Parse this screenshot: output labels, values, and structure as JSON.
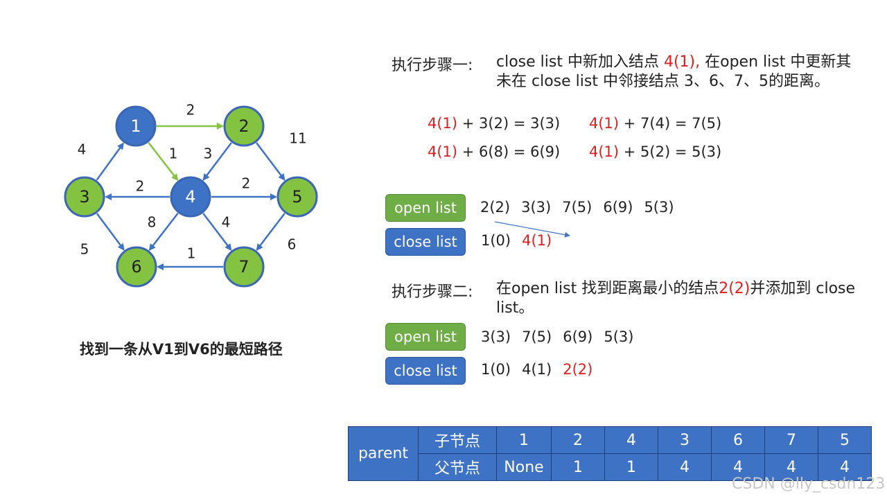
{
  "graph": {
    "caption": "找到一条从V1到V6的最短路径",
    "colors": {
      "blue_node": "#3e72c4",
      "green_node": "#84c341",
      "node_border": "#3a66b5",
      "edge": "#3e72c4",
      "path_edge": "#84c341"
    },
    "nodes": [
      {
        "id": "1",
        "label": "1",
        "color": "blue"
      },
      {
        "id": "2",
        "label": "2",
        "color": "green"
      },
      {
        "id": "3",
        "label": "3",
        "color": "green"
      },
      {
        "id": "4",
        "label": "4",
        "color": "blue"
      },
      {
        "id": "5",
        "label": "5",
        "color": "green"
      },
      {
        "id": "6",
        "label": "6",
        "color": "green"
      },
      {
        "id": "7",
        "label": "7",
        "color": "green"
      }
    ],
    "edges": [
      {
        "from": "1",
        "to": "2",
        "weight": "2",
        "highlight": true
      },
      {
        "from": "1",
        "to": "4",
        "weight": "1",
        "highlight": true
      },
      {
        "from": "3",
        "to": "1",
        "weight": "4",
        "highlight": false
      },
      {
        "from": "2",
        "to": "4",
        "weight": "3",
        "highlight": false
      },
      {
        "from": "2",
        "to": "5",
        "weight": "11",
        "highlight": false
      },
      {
        "from": "4",
        "to": "3",
        "weight": "2",
        "highlight": false
      },
      {
        "from": "4",
        "to": "5",
        "weight": "2",
        "highlight": false
      },
      {
        "from": "4",
        "to": "6",
        "weight": "8",
        "highlight": false
      },
      {
        "from": "4",
        "to": "7",
        "weight": "4",
        "highlight": false
      },
      {
        "from": "3",
        "to": "6",
        "weight": "5",
        "highlight": false
      },
      {
        "from": "7",
        "to": "6",
        "weight": "1",
        "highlight": false
      },
      {
        "from": "5",
        "to": "7",
        "weight": "6",
        "highlight": false
      }
    ]
  },
  "step1": {
    "heading": "执行步骤一:",
    "text_before": "close list 中新加入结点 ",
    "highlight": "4(1),",
    "text_after": " 在open list 中更新其未在 close list 中邻接结点 3、6、7、5的距离。",
    "equations": [
      {
        "red": "4(1)",
        "rest": " + 3(2) = 3(3)"
      },
      {
        "red": "4(1)",
        "rest": " + 7(4) = 7(5)"
      },
      {
        "red": "4(1)",
        "rest": " + 6(8) = 6(9)"
      },
      {
        "red": "4(1)",
        "rest": " + 5(2) = 5(3)"
      }
    ],
    "open_label": "open list",
    "open_items": [
      "2(2)",
      "3(3)",
      "7(5)",
      "6(9)",
      "5(3)"
    ],
    "close_label": "close list",
    "close_items": [
      "1(0)"
    ],
    "close_new": "4(1)"
  },
  "step2": {
    "heading": "执行步骤二:",
    "text_before": "在open list 找到距离最小的结点",
    "highlight": "2(2)",
    "text_after": "并添加到 close list。",
    "open_label": "open list",
    "open_items": [
      "3(3)",
      "7(5)",
      "6(9)",
      "5(3)"
    ],
    "close_label": "close list",
    "close_items": [
      "1(0)",
      "4(1)"
    ],
    "close_new": "2(2)"
  },
  "parent_table": {
    "row_header": "parent",
    "child_label": "子节点",
    "parent_label": "父节点",
    "children": [
      "1",
      "2",
      "4",
      "3",
      "6",
      "7",
      "5"
    ],
    "parents": [
      "None",
      "1",
      "1",
      "4",
      "4",
      "4",
      "4"
    ]
  },
  "watermark": "CSDN @lly_csdn123"
}
